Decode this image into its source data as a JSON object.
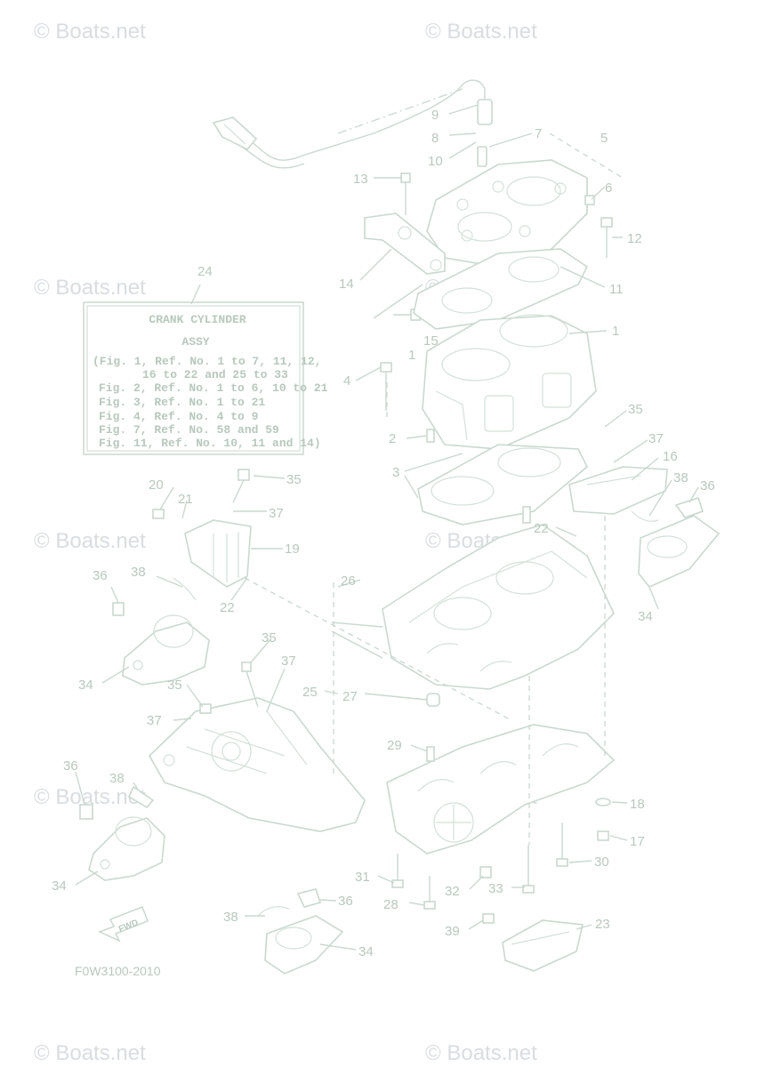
{
  "watermark": "© Boats.net",
  "assy_box": {
    "ref": "24",
    "title": "CRANK CYLINDER",
    "subtitle": "ASSY",
    "lines": [
      "(Fig. 1, Ref. No. 1 to 7, 11, 12,",
      "16 to 22 and 25 to 33",
      "Fig. 2, Ref. No. 1 to 6, 10 to 21",
      "Fig. 3, Ref. No. 1 to 21",
      "Fig. 4, Ref. No. 4 to 9",
      "Fig. 7, Ref. No. 58 and 59",
      "Fig. 11, Ref. No. 10, 11 and 14)"
    ]
  },
  "diagram_code": "F0W3100-2010",
  "fwd_label": "FWD",
  "callouts": [
    "9",
    "8",
    "7",
    "5",
    "10",
    "13",
    "6",
    "12",
    "14",
    "11",
    "15",
    "1",
    "4",
    "1",
    "2",
    "3",
    "35",
    "37",
    "16",
    "38",
    "36",
    "20",
    "21",
    "35",
    "37",
    "19",
    "22",
    "36",
    "38",
    "22",
    "26",
    "34",
    "34",
    "35",
    "37",
    "25",
    "27",
    "35",
    "37",
    "29",
    "36",
    "38",
    "34",
    "18",
    "17",
    "30",
    "31",
    "28",
    "32",
    "33",
    "38",
    "36",
    "39",
    "23",
    "34",
    "24"
  ]
}
